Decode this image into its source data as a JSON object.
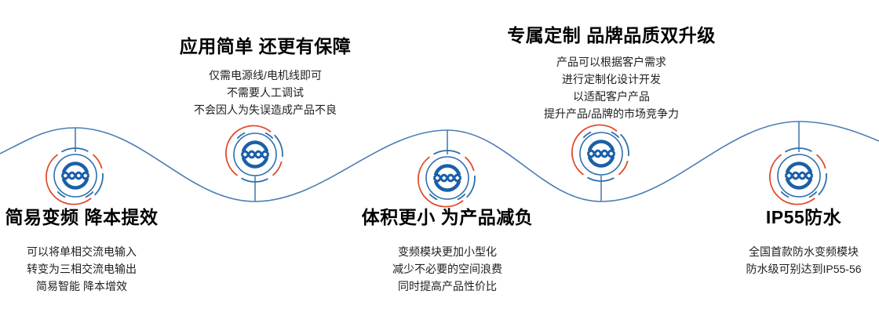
{
  "diagram": {
    "type": "feature-wave-infographic",
    "background": "#ffffff",
    "node_count": 5,
    "icon": "brand-wave-logo-icon"
  },
  "colors": {
    "wave_blue": "#4a7db3",
    "connector_blue": "#3d74ad",
    "inner_circle_blue": "#2e6fad",
    "logo_blue": "#1b5fa9",
    "arc_red": "#e0492c",
    "title_text": "#000000",
    "body_text": "#1f1f1f"
  },
  "features": [
    {
      "id": 1,
      "position": "bottom",
      "title": "简易变频 降本提效",
      "lines": [
        "可以将单相交流电输入",
        "转变为三相交流电输出",
        "简易智能 降本增效"
      ]
    },
    {
      "id": 2,
      "position": "top",
      "title": "应用简单 还更有保障",
      "lines": [
        "仅需电源线/电机线即可",
        "不需要人工调试",
        "不会因人为失误造成产品不良"
      ]
    },
    {
      "id": 3,
      "position": "bottom",
      "title": "体积更小 为产品减负",
      "lines": [
        "变频模块更加小型化",
        "减少不必要的空间浪费",
        "同时提高产品性价比"
      ]
    },
    {
      "id": 4,
      "position": "top",
      "title": "专属定制 品牌品质双升级",
      "lines": [
        "产品可以根据客户需求",
        "进行定制化设计开发",
        "以适配客户产品",
        "提升产品/品牌的市场竞争力"
      ]
    },
    {
      "id": 5,
      "position": "bottom",
      "title": "IP55防水",
      "lines": [
        "全国首款防水变频模块",
        "防水级可别达到IP55-56"
      ]
    }
  ]
}
